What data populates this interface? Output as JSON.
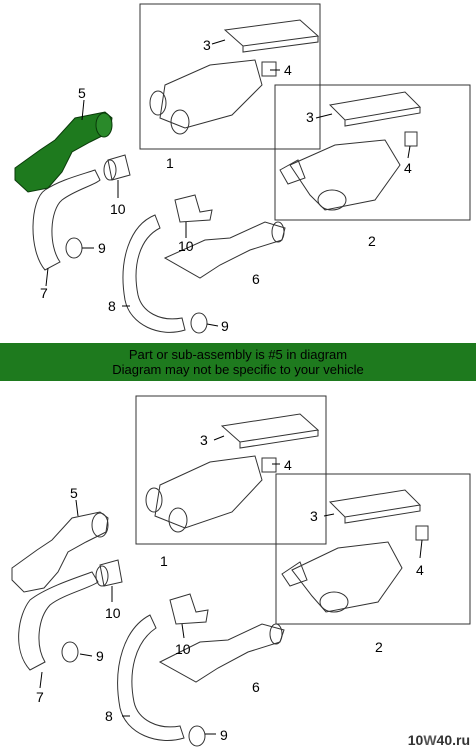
{
  "banner": {
    "line1": "Part or sub-assembly is #5 in diagram",
    "line2": "Diagram may not be specific to your vehicle"
  },
  "callouts": [
    "1",
    "2",
    "3",
    "4",
    "5",
    "6",
    "7",
    "8",
    "9",
    "10"
  ],
  "highlight_color": "#1e7a1e",
  "watermark": {
    "prefix": "10",
    "mid": "W",
    "suffix": "40.ru"
  }
}
